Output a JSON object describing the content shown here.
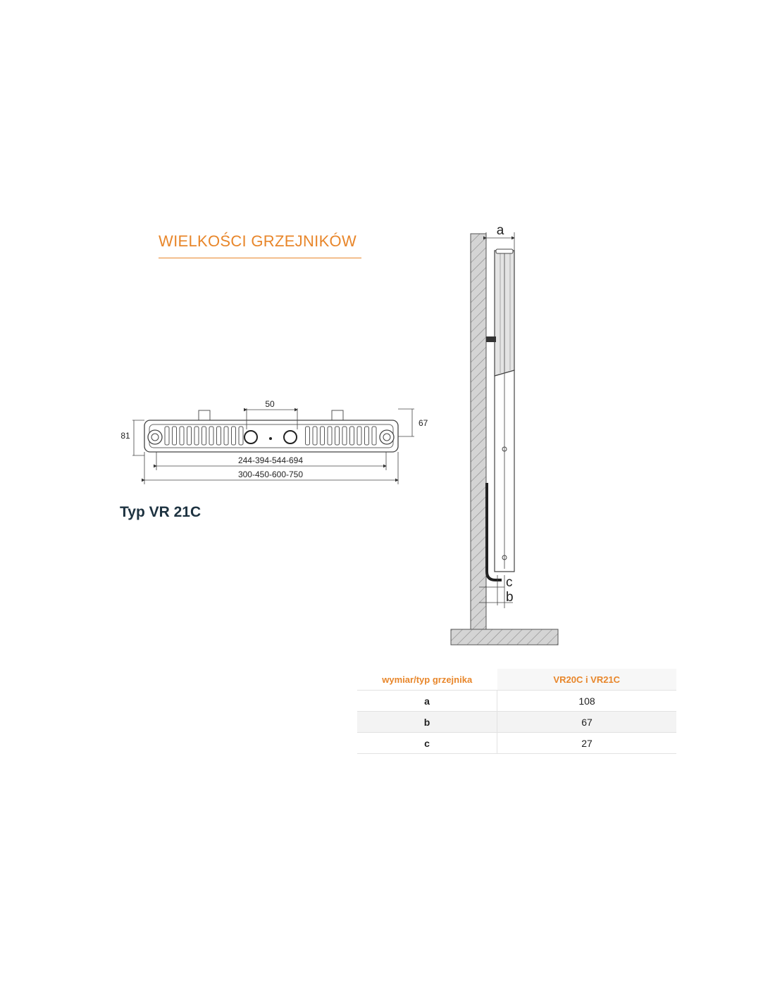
{
  "heading": "WIELKOŚCI GRZEJNIKÓW",
  "type_label": "Typ VR 21C",
  "top_view": {
    "dim_top": "50",
    "dim_left": "81",
    "dim_right": "67",
    "dim_inner": "244-394-544-694",
    "dim_outer": "300-450-600-750"
  },
  "side_view": {
    "label_a": "a",
    "label_b": "b",
    "label_c": "c"
  },
  "table": {
    "header_dim": "wymiar/typ grzejnika",
    "header_model": "VR20C i VR21C",
    "rows": [
      {
        "dim": "a",
        "value": "108"
      },
      {
        "dim": "b",
        "value": "67"
      },
      {
        "dim": "c",
        "value": "27"
      }
    ]
  },
  "colors": {
    "accent": "#e8862a",
    "dark": "#1d3240",
    "wall": "#cfcfcf"
  }
}
